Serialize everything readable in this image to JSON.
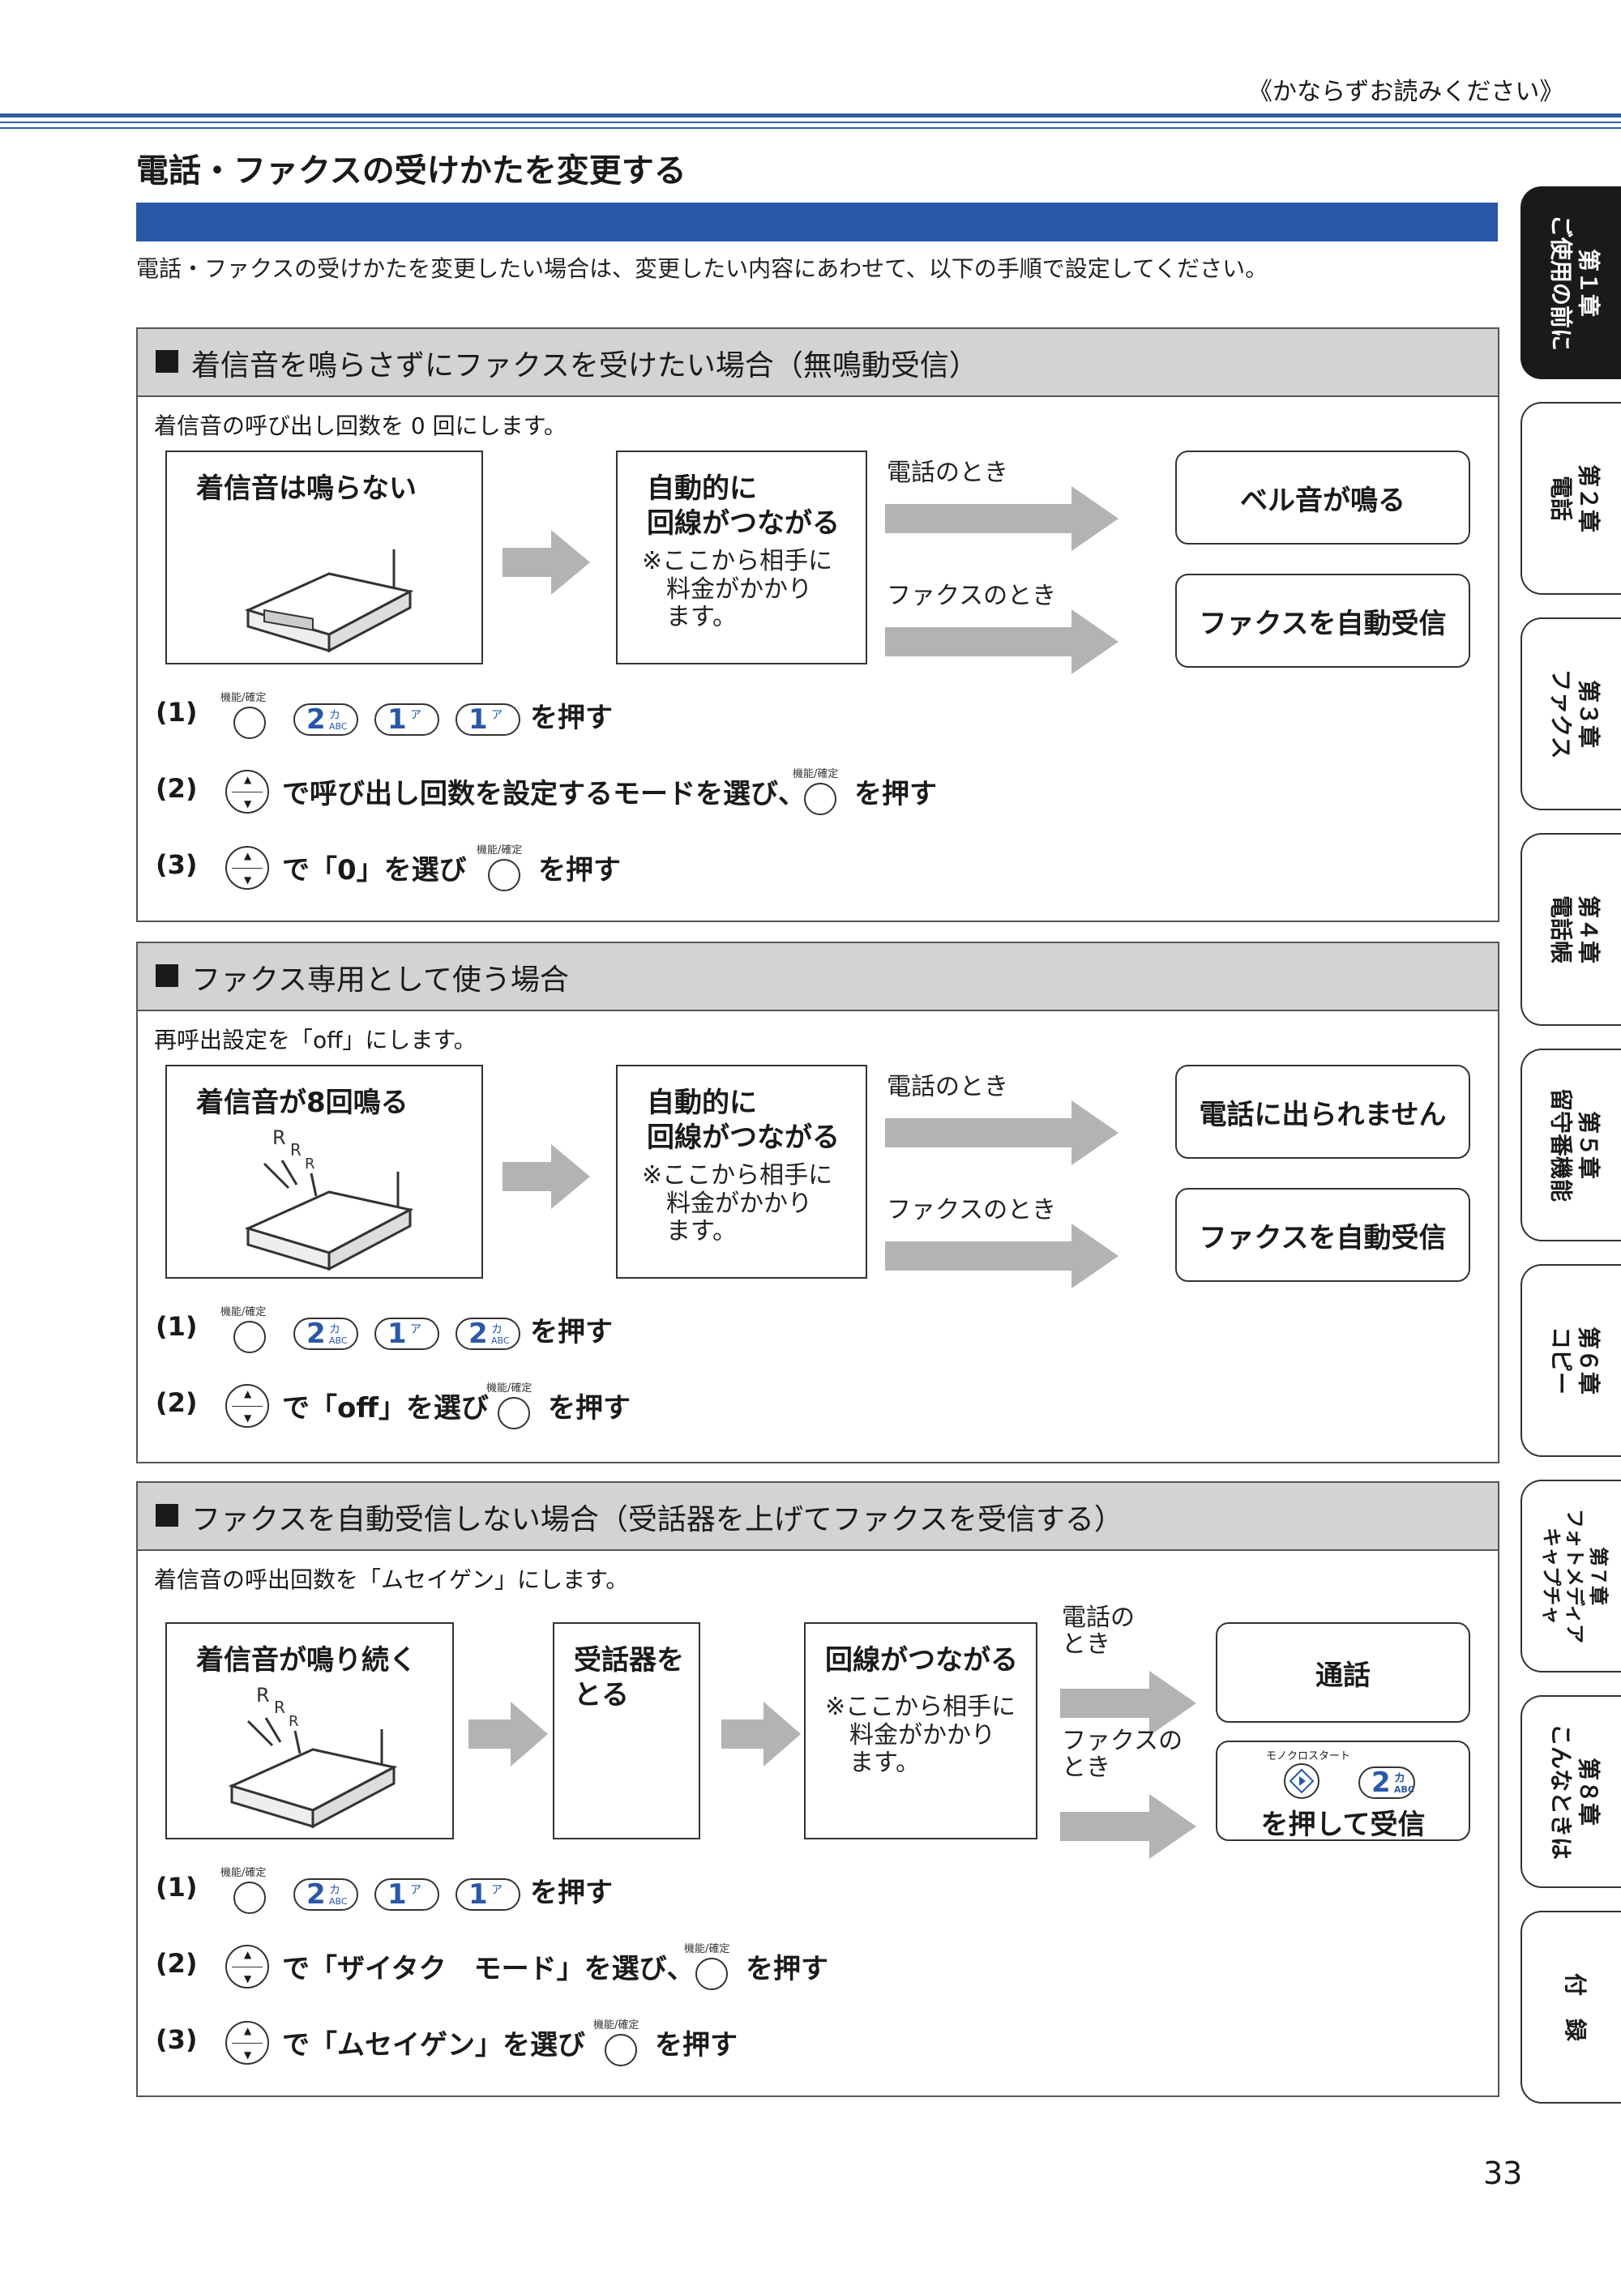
{
  "header": {
    "note": "《かならずお読みください》"
  },
  "page_title": "電話・ファクスの受けかたを変更する",
  "intro": "電話・ファクスの受けかたを変更したい場合は、変更したい内容にあわせて、以下の手順で設定してください。",
  "labels": {
    "func_key": "機能/確定",
    "phone_case": "電話のとき",
    "fax_case": "ファクスのとき",
    "push": "を押す",
    "auto_connect": "自動的に\n回線がつながる",
    "charge_note": "※ここから相手に\n　料金がかかり\n　ます。",
    "fax_auto_receive": "ファクスを自動受信",
    "key2_kana": "カ",
    "key2_sub": "ABC",
    "key1_kana": "ア",
    "key2": "2",
    "key1": "1"
  },
  "sections": [
    {
      "title": "着信音を鳴らさずにファクスを受けたい場合（無鳴動受信）",
      "desc": "着信音の呼び出し回数を 0 回にします。",
      "device_label": "着信音は鳴らない",
      "result_phone": "ベル音が鳴る",
      "steps": [
        "(1)",
        "(2)",
        "(3)"
      ],
      "step2_a": "で呼び出し回数を設定するモードを選び、",
      "step3_a": "で「0」を選び"
    },
    {
      "title": "ファクス専用として使う場合",
      "desc": "再呼出設定を「off」にします。",
      "device_label": "着信音が8回鳴る",
      "result_phone": "電話に出られません",
      "steps": [
        "(1)",
        "(2)"
      ],
      "step2_a": "で「off」を選び"
    },
    {
      "title": "ファクスを自動受信しない場合（受話器を上げてファクスを受信する）",
      "desc": "着信音の呼出回数を「ムセイゲン」にします。",
      "device_label": "着信音が鳴り続く",
      "handset": "受話器を\nとる",
      "connect": "回線がつながる",
      "charge_note": "※ここから相手に\n　料金がかかり\n　ます。",
      "phone_case": "電話の\nとき",
      "fax_case": "ファクスの\nとき",
      "result_phone": "通話",
      "mono_start": "モノクロスタート",
      "result_fax": "を押して受信",
      "steps": [
        "(1)",
        "(2)",
        "(3)"
      ],
      "step2_a": "で「ザイタク　モード」を選び、",
      "step3_a": "で「ムセイゲン」を選び"
    }
  ],
  "tabs": [
    {
      "label": "第１章\nご使用の前に",
      "active": true
    },
    {
      "label": "第２章\n電話",
      "active": false
    },
    {
      "label": "第３章\nファクス",
      "active": false
    },
    {
      "label": "第４章\n電話帳",
      "active": false
    },
    {
      "label": "第５章\n留守番機能",
      "active": false
    },
    {
      "label": "第６章\nコピー",
      "active": false
    },
    {
      "label": "第７章\nフォトメディア\nキャプチャ",
      "active": false
    },
    {
      "label": "第８章\nこんなときは",
      "active": false
    },
    {
      "label": "付　録",
      "active": false
    }
  ],
  "page_number": "33",
  "colors": {
    "accent": "#2a58a6",
    "header_gray": "#d3d3d3",
    "arrow_gray": "#b3b3b3"
  }
}
